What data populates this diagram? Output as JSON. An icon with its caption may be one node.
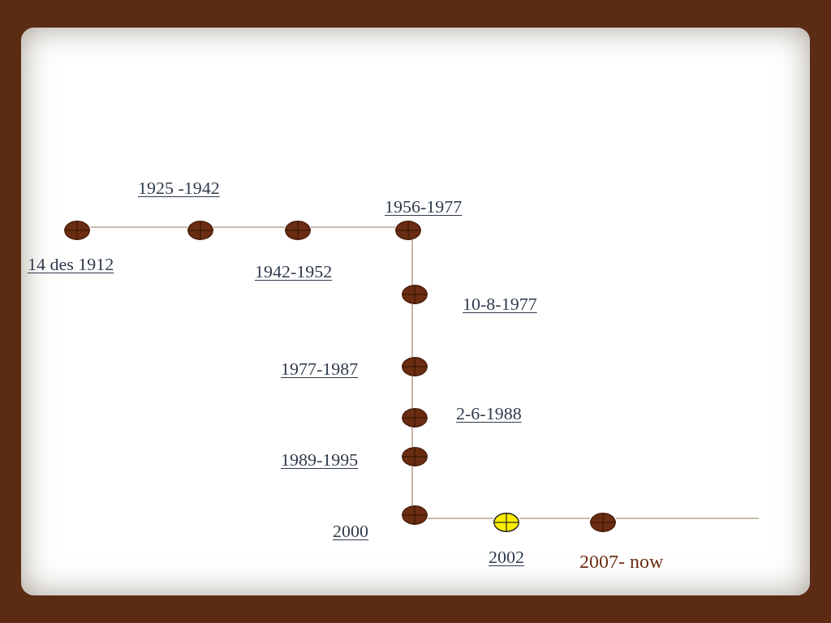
{
  "diagram": {
    "nodes": [
      {
        "text": [],
        "shape": "circle",
        "beside": [
          "14 des 1912"
        ]
      },
      {
        "text": [],
        "shape": "circle",
        "beside": [
          "1925 -1942"
        ]
      },
      {
        "text": [],
        "shape": "circle",
        "beside": [
          "1942-1952"
        ]
      },
      {
        "text": [],
        "shape": "circle",
        "beside": [
          "1956-1977"
        ]
      },
      {
        "text": [],
        "shape": "circle",
        "beside": [
          "10-8-1977"
        ]
      },
      {
        "text": [],
        "shape": "circle",
        "beside": [
          "1977-1987"
        ]
      },
      {
        "text": [],
        "shape": "circle",
        "beside": [
          "2-6-1988"
        ]
      },
      {
        "text": [],
        "shape": "circle",
        "beside": [
          "1989-1995"
        ]
      },
      {
        "text": [],
        "shape": "circle",
        "beside": [
          "2000"
        ]
      },
      {
        "text": [],
        "shape": "circle",
        "beside": [
          "2002"
        ]
      },
      {
        "text": [],
        "shape": "circle",
        "beside": [
          "2007- now"
        ]
      }
    ],
    "edges": [
      {
        "from": 0,
        "to": 1,
        "arrow": "none"
      },
      {
        "from": 1,
        "to": 2,
        "arrow": "none"
      },
      {
        "from": 2,
        "to": 3,
        "arrow": "none"
      },
      {
        "from": 3,
        "to": 4,
        "arrow": "none"
      },
      {
        "from": 4,
        "to": 5,
        "arrow": "none"
      },
      {
        "from": 5,
        "to": 6,
        "arrow": "none"
      },
      {
        "from": 6,
        "to": 7,
        "arrow": "none"
      },
      {
        "from": 7,
        "to": 8,
        "arrow": "none"
      },
      {
        "from": 8,
        "to": 9,
        "arrow": "none"
      },
      {
        "from": 9,
        "to": 10,
        "arrow": "none"
      },
      {
        "from": 10,
        "to": null,
        "arrow": "none"
      }
    ]
  }
}
